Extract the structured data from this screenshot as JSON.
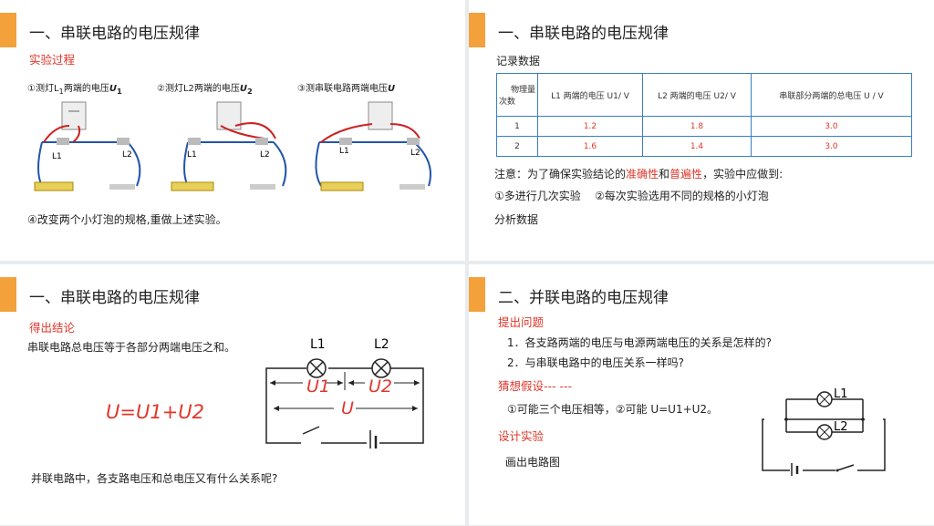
{
  "s1": {
    "title": "一、串联电路的电压规律",
    "section": "实验过程",
    "steps": [
      {
        "pre": "①测灯L",
        "sub": "1",
        "mid": "两端的电压",
        "sym": "U",
        "sym_sub": "1"
      },
      {
        "pre": "②测灯L2两端的电压",
        "sym": "U",
        "sym_sub": "2"
      },
      {
        "pre": "③测串联电路两端电压",
        "sym": "U"
      }
    ],
    "lamp_labels": [
      "L1",
      "L2",
      "L1",
      "L2",
      "L1",
      "L2"
    ],
    "footer": "④改变两个小灯泡的规格,重做上述实验。"
  },
  "s2": {
    "title": "一、串联电路的电压规律",
    "section": "记录数据",
    "table": {
      "corner_top": "物理量",
      "corner_bottom": "次数",
      "headers": [
        "L1 两端的电压 U1/ V",
        "L2 两端的电压 U2/ V",
        "串联部分两端的总电压 U / V"
      ],
      "rows": [
        [
          "1",
          "1.2",
          "1.8",
          "3.0"
        ],
        [
          "2",
          "1.6",
          "1.4",
          "3.0"
        ]
      ]
    },
    "note_pre": "注意：为了确保实验结论的",
    "note_red1": "准确性",
    "note_and": "和",
    "note_red2": "普遍性",
    "note_post": "，实验中应做到:",
    "tips": "①多进行几次实验    ②每次实验选用不同的规格的小灯泡",
    "analyze": "分析数据"
  },
  "s3": {
    "title": "一、串联电路的电压规律",
    "section": "得出结论",
    "conclusion": "串联电路总电压等于各部分两端电压之和。",
    "equation": "U=U1+U2",
    "question": "并联电路中，各支路电压和总电压又有什么关系呢?",
    "labels": {
      "L1": "L1",
      "L2": "L2",
      "U1": "U1",
      "U2": "U2",
      "U": "U"
    }
  },
  "s4": {
    "title": "二、并联电路的电压规律",
    "section1": "提出问题",
    "q1": "1．各支路两端的电压与电源两端电压的关系是怎样的?",
    "q2": "2．与串联电路中的电压关系一样吗?",
    "section2": "猜想假设--- ---",
    "hypothesis": "①可能三个电压相等，②可能 U=U1+U2。",
    "section3": "设计实验",
    "draw": "画出电路图",
    "labels": {
      "L1": "L1",
      "L2": "L2"
    }
  },
  "colors": {
    "accent": "#f2a13b",
    "red": "#e0362a",
    "table_border": "#3a7fc1"
  }
}
